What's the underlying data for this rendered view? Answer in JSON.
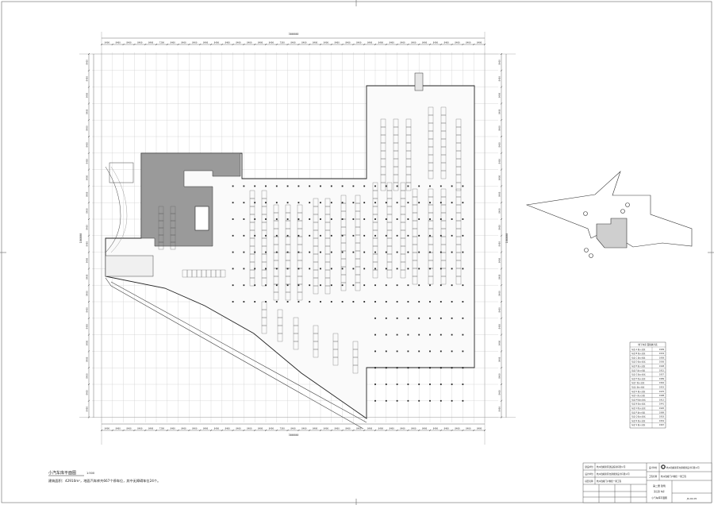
{
  "sheet": {
    "title": "小汽车库平面图",
    "scale": "1:500",
    "note": "建筑面积：42910m²，地面汽车库共667个停车位，其中无障碍车位24个。"
  },
  "dims": {
    "overall_top": "306600",
    "overall_bottom": "306600",
    "overall_left": "186000",
    "overall_right": "186000",
    "bay_top": [
      "8400",
      "8400",
      "8400",
      "8400",
      "8400",
      "7200",
      "8400",
      "8400",
      "8400",
      "8400",
      "8400",
      "8400",
      "8400",
      "8400",
      "8400",
      "8400",
      "7200",
      "8400",
      "8400",
      "8400",
      "8400",
      "8400",
      "8400",
      "8400",
      "8400",
      "8400",
      "8400",
      "8400",
      "8400",
      "8400",
      "8400",
      "8400",
      "8400",
      "8400",
      "8400",
      "8400"
    ],
    "bay_side": [
      "8400",
      "8400",
      "8400",
      "8400",
      "8400",
      "8400",
      "8400",
      "8400",
      "8400",
      "8400",
      "8400",
      "8400",
      "8400",
      "8400",
      "8400",
      "8400",
      "8400",
      "8400",
      "8400",
      "8400",
      "8400",
      "8400"
    ]
  },
  "stats_table": {
    "title": "地下车库 面积统计表",
    "rows": [
      [
        "车库 A 防火分区",
        "1909"
      ],
      [
        "车库 B 防火分区",
        "1934"
      ],
      [
        "车库 C 防火分区",
        "1958"
      ],
      [
        "车库 D 防火分区",
        "1936"
      ],
      [
        "车库 E 防火分区",
        "1948"
      ],
      [
        "车库 F 防火分区",
        "1915"
      ],
      [
        "车库 G 防火分区",
        "1957"
      ],
      [
        "车库 H 防火分区",
        "1989"
      ],
      [
        "车库 I 防火分区",
        "1964"
      ],
      [
        "车库 J 防火分区",
        "1953"
      ],
      [
        "车库 K 防火分区",
        "1976"
      ],
      [
        "车库 L 防火分区",
        "1998"
      ],
      [
        "车库 M 防火分区",
        "1912"
      ],
      [
        "车库 N 防火分区",
        "1941"
      ],
      [
        "车库 O 防火分区",
        "1926"
      ],
      [
        "车库 P 防火分区",
        "1989"
      ],
      [
        "车库 Q 防火分区",
        "1918"
      ],
      [
        "车库 R 防火分区",
        "1954"
      ],
      [
        "车库 S 防火分区",
        "1967"
      ]
    ]
  },
  "title_block": {
    "row1_label": "建设单位",
    "row1_value": "杭州钱塘新区建设投资有限公司",
    "row2_label": "设计单位",
    "row2_value": "杭州钱塘新区交通规划设计有限公司",
    "row3_label": "项目名称",
    "row3_value": "杭州钱塘门户枢纽一期工程",
    "designer_label": "设计单位",
    "firm_name": "杭州钱塘新区交通规划设计有限公司",
    "drawing_name_label": "工程名称",
    "drawing_name": "杭州钱塘门户枢纽 一期工程",
    "volume": "第二册 建筑",
    "part": "第五篇 车库",
    "sheet_title": "小汽车库平面图",
    "sheet_no": "JS-02-05"
  }
}
